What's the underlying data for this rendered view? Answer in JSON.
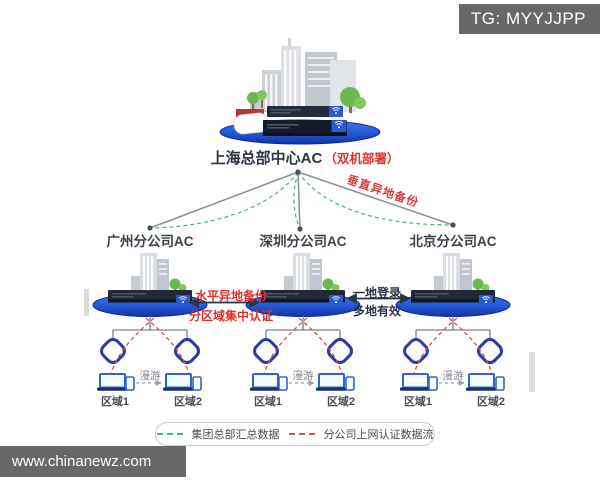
{
  "page": {
    "tg_badge": "TG: MYYJJPP",
    "watermark": "www.chinanewz.com"
  },
  "hq": {
    "label": "上海总部中心AC",
    "deployment_note": "（双机部署）"
  },
  "annotations": {
    "vertical_backup": "垂直异地备份",
    "horizontal_backup_line1": "水平异地备份",
    "horizontal_backup_line2": "分区域集中认证",
    "multi_site_line1": "一地登录",
    "multi_site_line2": "多地有效"
  },
  "branches": [
    {
      "label": "广州分公司AC",
      "roaming": "漫游",
      "zone1": "区域1",
      "zone2": "区域2"
    },
    {
      "label": "深圳分公司AC",
      "roaming": "漫游",
      "zone1": "区域1",
      "zone2": "区域2"
    },
    {
      "label": "北京分公司AC",
      "roaming": "漫游",
      "zone1": "区域1",
      "zone2": "区域2"
    }
  ],
  "legend": {
    "items": [
      {
        "label": "集团总部汇总数据",
        "color": "#3cb878",
        "style": "dashed"
      },
      {
        "label": "分公司上网认证数据流",
        "color": "#d94f4f",
        "style": "dashed"
      }
    ]
  },
  "colors": {
    "platform_blue": "#2556d8",
    "device_dark": "#1f2734",
    "accent_red": "#e0312e",
    "rotated_label_red": "#cf3f3a",
    "line_green": "#3cb878",
    "line_gray": "#8a8f97",
    "badge_gray": "#686868",
    "ap_border_blue": "#2c3da0"
  }
}
